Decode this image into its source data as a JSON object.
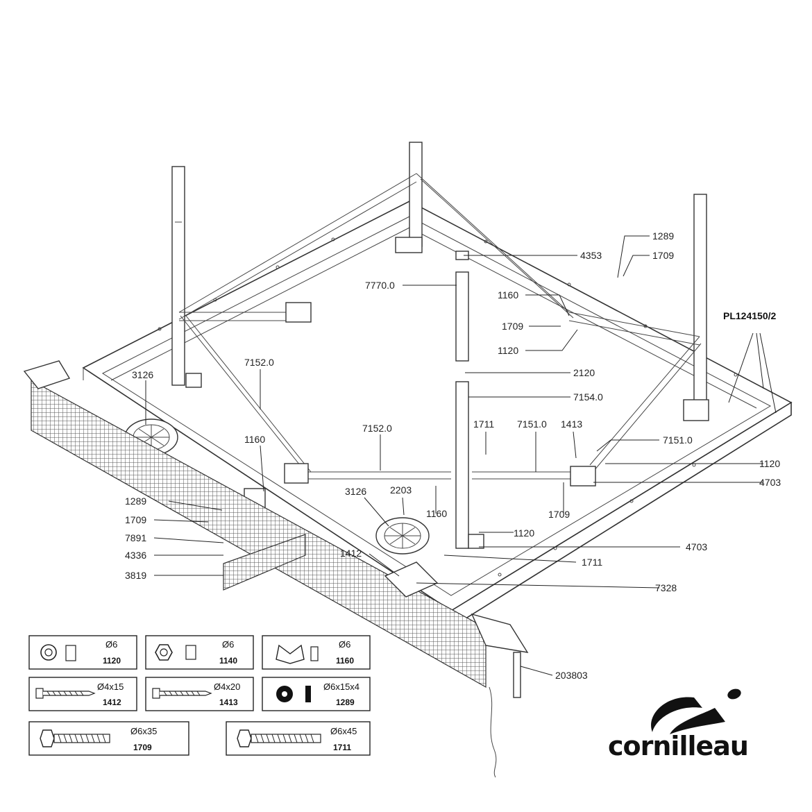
{
  "drawing_code": "PL124150/2",
  "brand": "cornilleau",
  "callouts": {
    "c1289a": "1289",
    "c1709a": "1709",
    "c4353": "4353",
    "c7770": "7770.0",
    "c1160a": "1160",
    "c1709b": "1709",
    "c1120a": "1120",
    "c2120": "2120",
    "c7154": "7154.0",
    "c3126a": "3126",
    "c7152a": "7152.0",
    "c7152b": "7152.0",
    "c1711a": "1711",
    "c7151a": "7151.0",
    "c1413": "1413",
    "c7151b": "7151.0",
    "c1120b": "1120",
    "c4703a": "4703",
    "c1160b": "1160",
    "c1709c": "1709",
    "c1289b": "1289",
    "c1709d": "1709",
    "c7891": "7891",
    "c4336": "4336",
    "c3819": "3819",
    "c3126b": "3126",
    "c2203": "2203",
    "c1160c": "1160",
    "c1120c": "1120",
    "c4703b": "4703",
    "c1412": "1412",
    "c1711b": "1711",
    "c7328": "7328",
    "c203803": "203803"
  },
  "hardware": [
    {
      "size": "Ø6",
      "code": "1120"
    },
    {
      "size": "Ø6",
      "code": "1140"
    },
    {
      "size": "Ø6",
      "code": "1160"
    },
    {
      "size": "Ø4x15",
      "code": "1412"
    },
    {
      "size": "Ø4x20",
      "code": "1413"
    },
    {
      "size": "Ø6x15x4",
      "code": "1289"
    },
    {
      "size": "Ø6x35",
      "code": "1709"
    },
    {
      "size": "Ø6x45",
      "code": "1711"
    }
  ]
}
